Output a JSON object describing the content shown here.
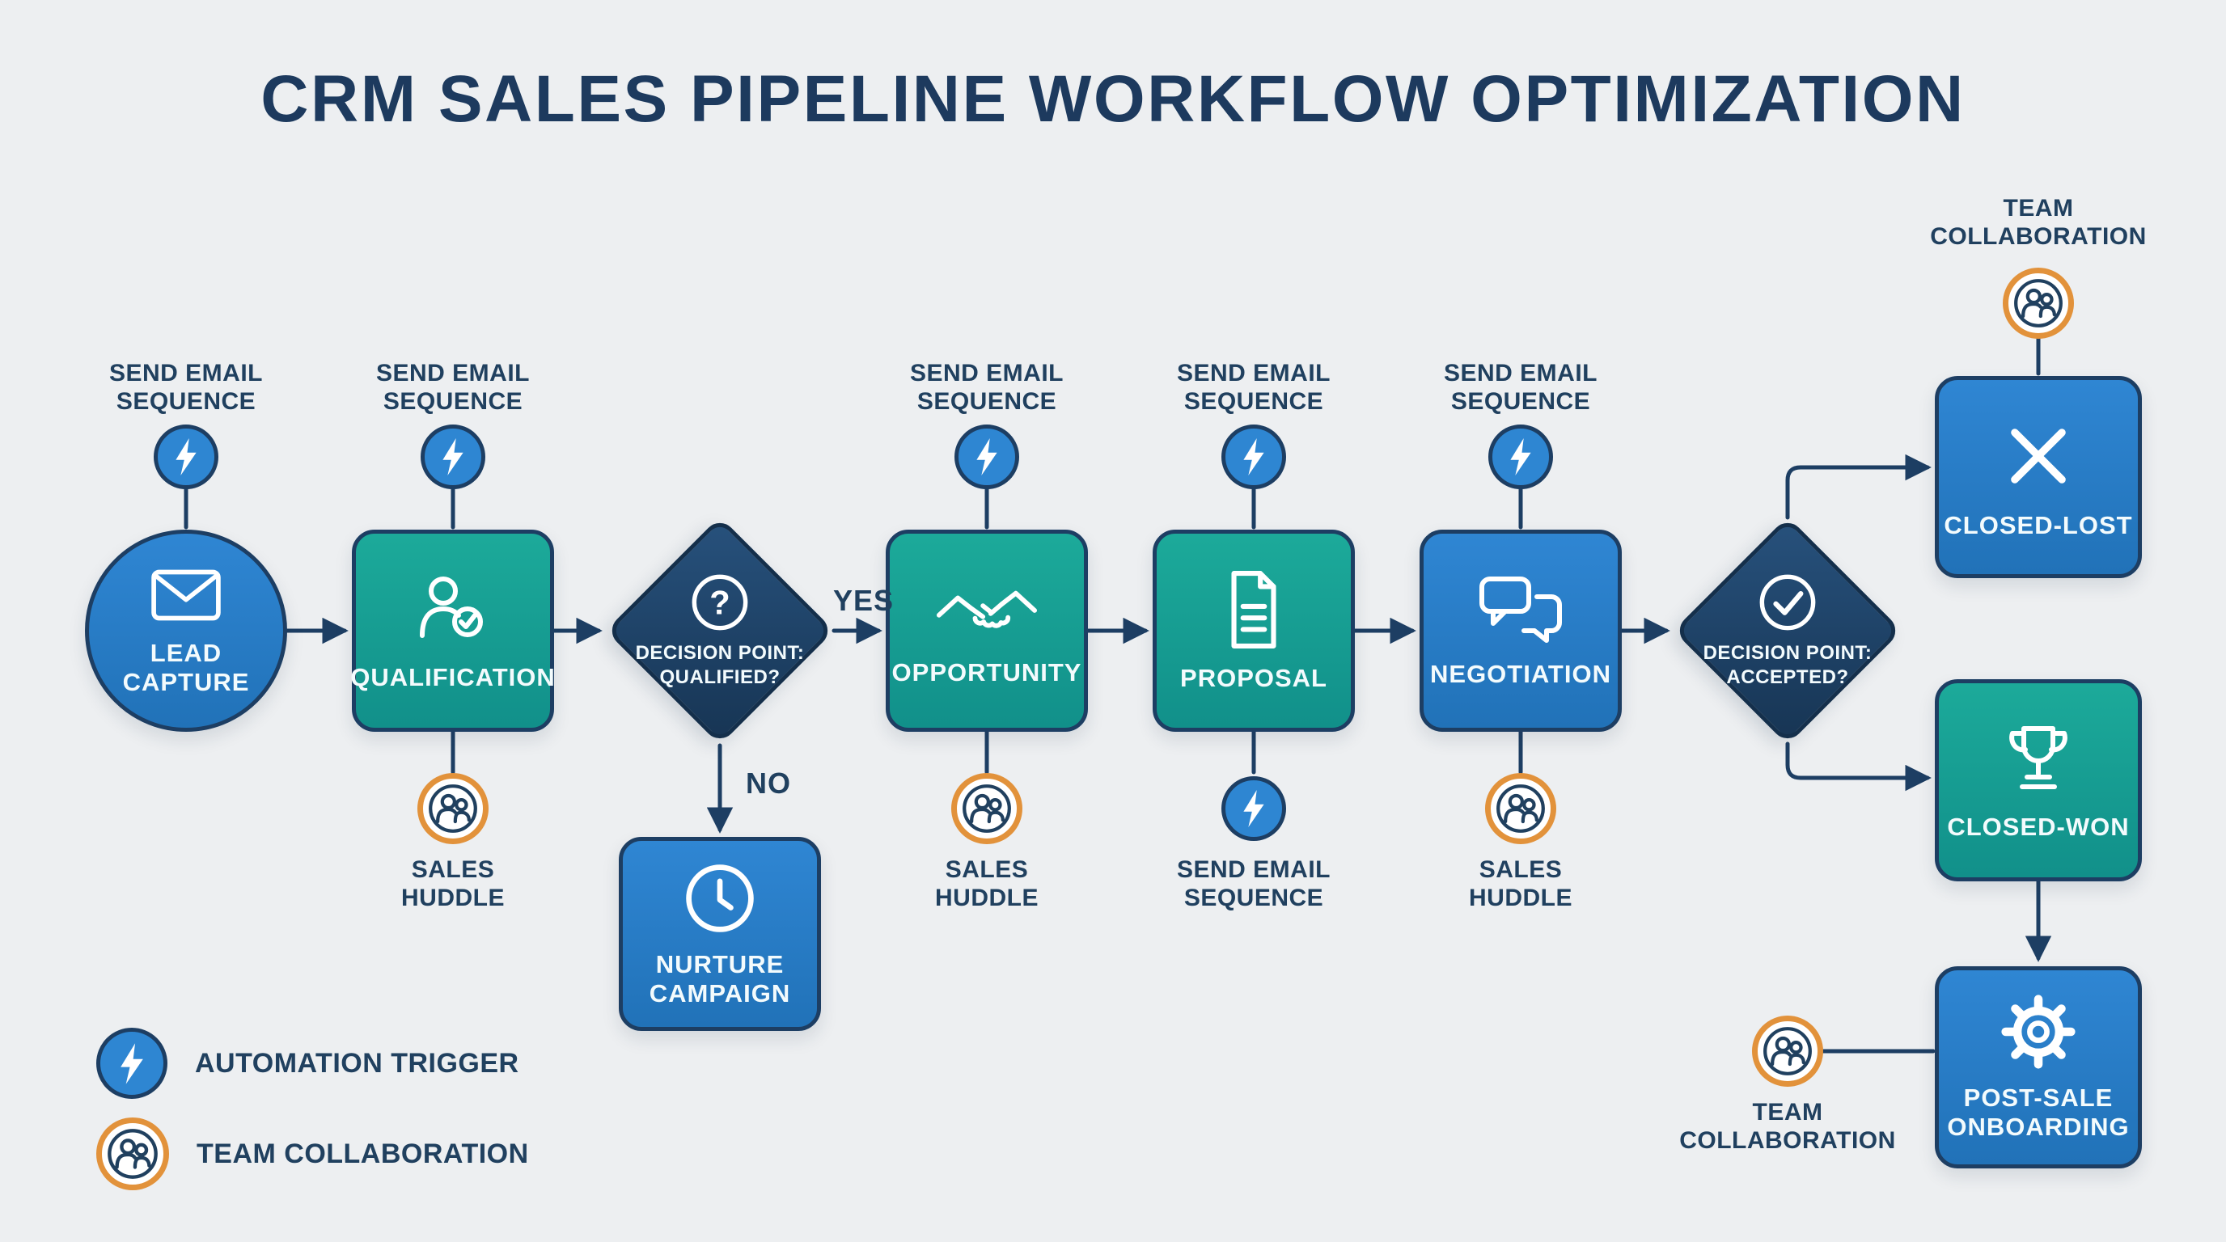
{
  "title": "CRM SALES PIPELINE WORKFLOW OPTIMIZATION",
  "nodes": {
    "lead_capture": {
      "l1": "LEAD",
      "l2": "CAPTURE",
      "icon": "envelope-icon",
      "shape": "circle",
      "color": "blue"
    },
    "qualification": {
      "l1": "QUALIFICATION",
      "icon": "person-check-icon",
      "shape": "square",
      "color": "teal"
    },
    "decision_qualified": {
      "l1": "DECISION POINT:",
      "l2": "QUALIFIED?",
      "icon": "question-circle-icon",
      "shape": "diamond",
      "color": "navy"
    },
    "opportunity": {
      "l1": "OPPORTUNITY",
      "icon": "handshake-icon",
      "shape": "square",
      "color": "teal"
    },
    "proposal": {
      "l1": "PROPOSAL",
      "icon": "document-icon",
      "shape": "square",
      "color": "teal"
    },
    "negotiation": {
      "l1": "NEGOTIATION",
      "icon": "chat-bubbles-icon",
      "shape": "square",
      "color": "blue"
    },
    "decision_accepted": {
      "l1": "DECISION POINT:",
      "l2": "ACCEPTED?",
      "icon": "check-circle-icon",
      "shape": "diamond",
      "color": "navy"
    },
    "closed_lost": {
      "l1": "CLOSED-LOST",
      "icon": "x-icon",
      "shape": "square",
      "color": "blue"
    },
    "closed_won": {
      "l1": "CLOSED-WON",
      "icon": "trophy-icon",
      "shape": "square",
      "color": "teal"
    },
    "nurture_campaign": {
      "l1": "NURTURE",
      "l2": "CAMPAIGN",
      "icon": "clock-icon",
      "shape": "square",
      "color": "blue"
    },
    "post_sale_onboarding": {
      "l1": "POST-SALE",
      "l2": "ONBOARDING",
      "icon": "gear-icon",
      "shape": "square",
      "color": "blue"
    }
  },
  "annotations": {
    "send_email": {
      "l1": "SEND EMAIL",
      "l2": "SEQUENCE"
    },
    "sales_huddle": {
      "l1": "SALES",
      "l2": "HUDDLE"
    },
    "team_collaboration": {
      "l1": "TEAM",
      "l2": "COLLABORATION"
    }
  },
  "branches": {
    "yes": "YES",
    "no": "NO"
  },
  "legend": {
    "automation_trigger_label": "AUTOMATION TRIGGER",
    "team_collaboration_label": "TEAM COLLABORATION"
  },
  "colors": {
    "blue": "#2b80cc",
    "teal": "#15a192",
    "diamond_navy": "#1d4064",
    "outline_navy": "#1d3e63",
    "orange": "#e2923b",
    "label_text": "#20405f",
    "background": "#edeff1",
    "icon_white": "#ffffff"
  }
}
